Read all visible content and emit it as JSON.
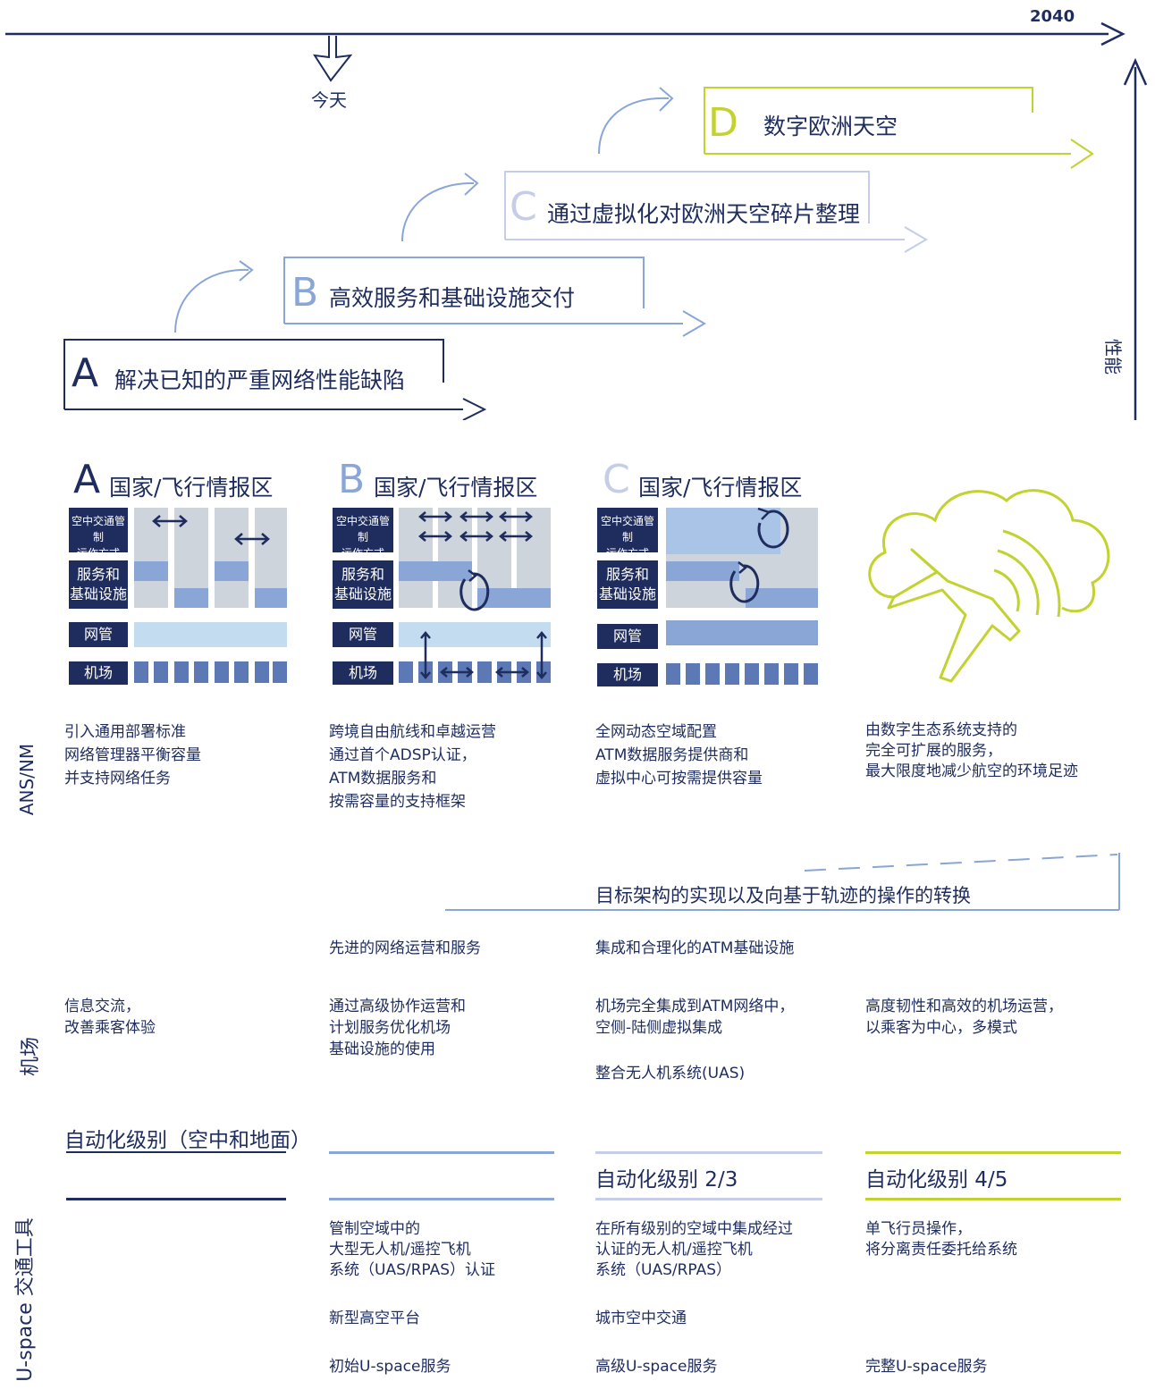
{
  "timeline": {
    "year": "2040",
    "today": "今天",
    "performance": "性能"
  },
  "stages": [
    {
      "letter": "A",
      "title": "解决已知的严重网络性能缺陷"
    },
    {
      "letter": "B",
      "title": "高效服务和基础设施交付"
    },
    {
      "letter": "C",
      "title": "通过虚拟化对欧洲天空碎片整理"
    },
    {
      "letter": "D",
      "title": "数字欧洲天空"
    }
  ],
  "panel_title": "国家/飞行情报区",
  "grid_labels": {
    "atc_line1": "空中交通管制",
    "atc_line2": "运作方式",
    "svc_line1": "服务和",
    "svc_line2": "基础设施",
    "nm": "网管",
    "airport": "机场"
  },
  "side_labels": {
    "ans": "ANS/NM",
    "airport": "机场",
    "uspace": "U-space 交通工具"
  },
  "ans_text": [
    [
      "引入通用部署标准",
      "网络管理器平衡容量",
      "并支持网络任务"
    ],
    [
      "跨境自由航线和卓越运营",
      "通过首个ADSP认证，",
      "ATM数据服务和",
      "按需容量的支持框架"
    ],
    [
      "全网动态空域配置",
      "ATM数据服务提供商和",
      "虚拟中心可按需提供容量"
    ],
    [
      "由数字生态系统支持的",
      "完全可扩展的服务，",
      "最大限度地减少航空的环境足迹"
    ]
  ],
  "target_arch": "目标架构的实现以及向基于轨迹的操作的转换",
  "mid_text": {
    "b": "先进的网络运营和服务",
    "c": "集成和合理化的ATM基础设施"
  },
  "airport_text": [
    [
      "信息交流，",
      "改善乘客体验"
    ],
    [
      "通过高级协作运营和",
      "计划服务优化机场",
      "基础设施的使用"
    ],
    [
      "机场完全集成到ATM网络中，",
      "空侧-陆侧虚拟集成"
    ],
    [
      "高度韧性和高效的机场运营，",
      "以乘客为中心，多模式"
    ]
  ],
  "uas_text": "整合无人机系统(UAS)",
  "automation": {
    "title": "自动化级别（空中和地面）",
    "c": "自动化级别 2/3",
    "d": "自动化级别 4/5"
  },
  "uspace_text": [
    [
      "管制空域中的",
      "大型无人机/遥控飞机",
      "系统（UAS/RPAS）认证"
    ],
    [
      "在所有级别的空域中集成经过",
      "认证的无人机/遥控飞机",
      "系统（UAS/RPAS）"
    ],
    [
      "单飞行员操作，",
      "将分离责任委托给系统"
    ]
  ],
  "uspace_row2": {
    "b": "新型高空平台",
    "c": "城市空中交通"
  },
  "uspace_row3": {
    "b": "初始U-space服务",
    "c": "高级U-space服务",
    "d": "完整U-space服务"
  },
  "colors": {
    "navy": "#1e2c5e",
    "mid": "#8aa6d6",
    "light": "#c5cde8",
    "lime": "#c2d22e"
  }
}
